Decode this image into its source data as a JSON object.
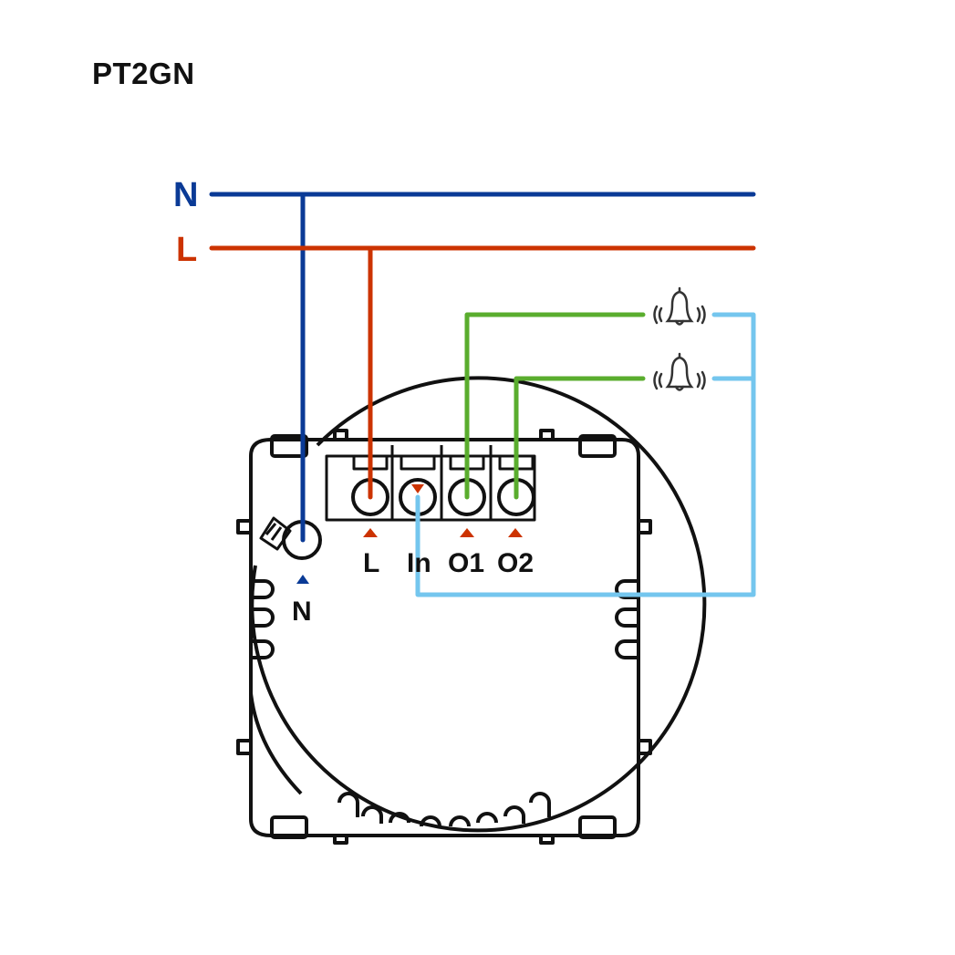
{
  "title": "PT2GN",
  "bus_labels": {
    "neutral": "N",
    "live": "L"
  },
  "terminal_labels": {
    "n": "N",
    "l": "L",
    "in": "In",
    "o1": "O1",
    "o2": "O2"
  },
  "icons": [
    "bell-icon",
    "bell-icon"
  ],
  "colors": {
    "neutral": "#0a3a96",
    "live": "#cc3300",
    "output": "#5aad2e",
    "input": "#74c6ee",
    "device": "#111111"
  }
}
